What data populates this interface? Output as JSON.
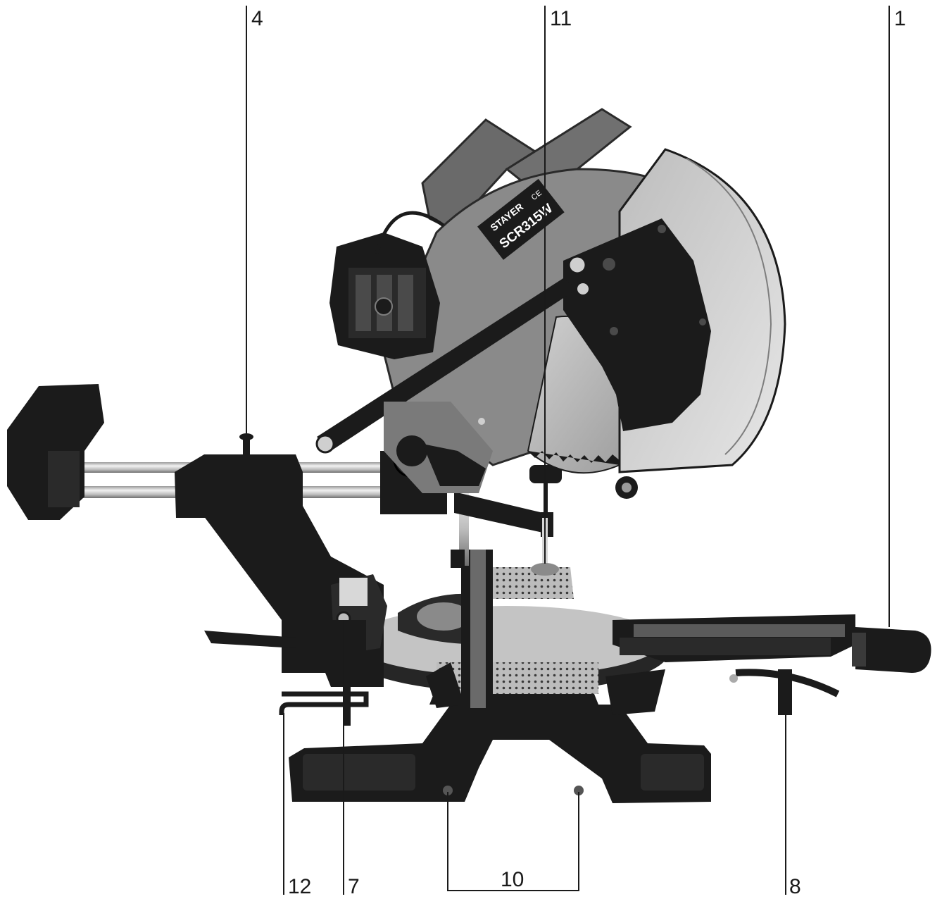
{
  "callouts": {
    "c4": "4",
    "c11": "11",
    "c1": "1",
    "c12": "12",
    "c7": "7",
    "c10": "10",
    "c8": "8"
  },
  "model_plate": {
    "brand": "STAYER",
    "model": "SCR315W",
    "mark": "CE"
  },
  "colors": {
    "black_parts": "#1b1b1b",
    "dark_gray": "#3a3a3a",
    "mid_gray": "#7d7d7d",
    "light_gray": "#a9a9a9",
    "chrome": "#d9d9d9",
    "table": "#c4c4c4"
  }
}
